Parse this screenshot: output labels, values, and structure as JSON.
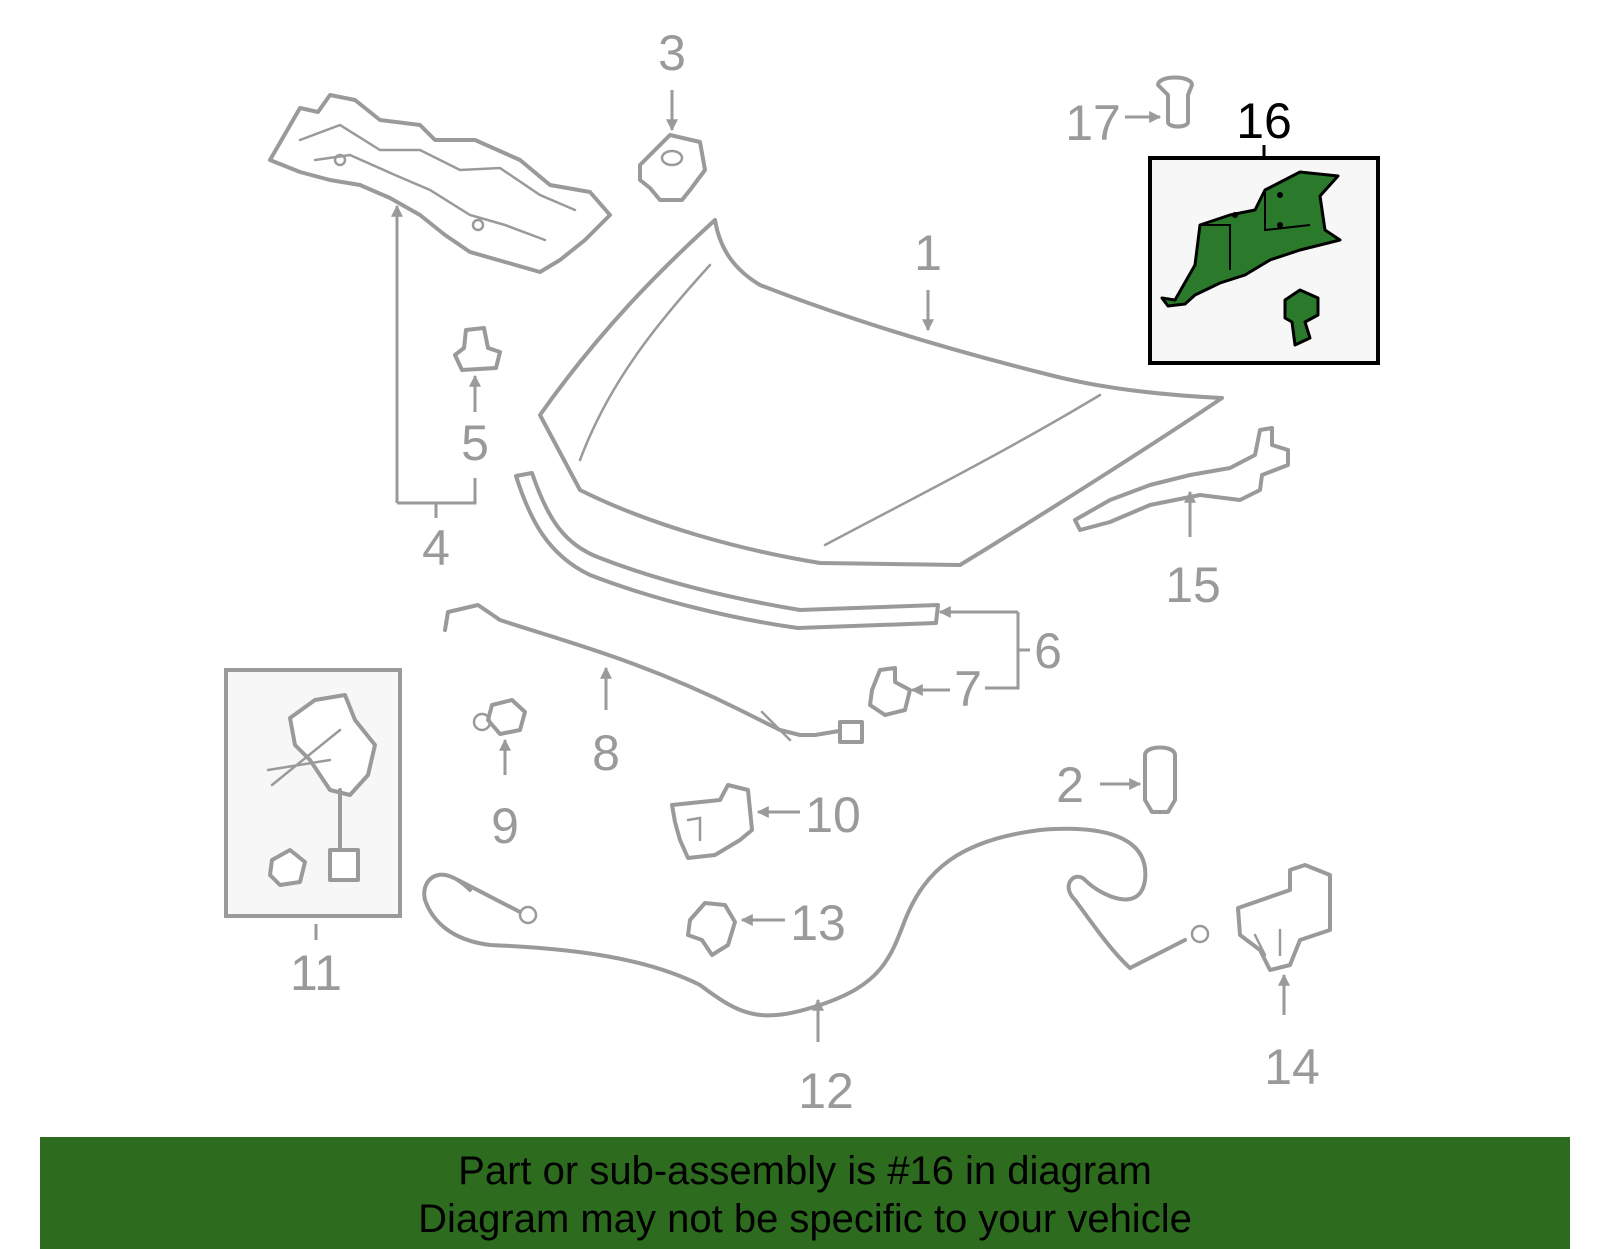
{
  "part_numbers": [
    "1",
    "2",
    "3",
    "4",
    "5",
    "6",
    "7",
    "8",
    "9",
    "10",
    "11",
    "12",
    "13",
    "14",
    "15",
    "16",
    "17"
  ],
  "highlighted_part": "16",
  "banner": {
    "line1": "Part or sub-assembly is #16 in diagram",
    "line2": "Diagram may not be specific to your vehicle"
  },
  "colors": {
    "line": "#9a9a9a",
    "highlight_part": "#2b7a2b",
    "banner_background": "#2d6b1f"
  }
}
